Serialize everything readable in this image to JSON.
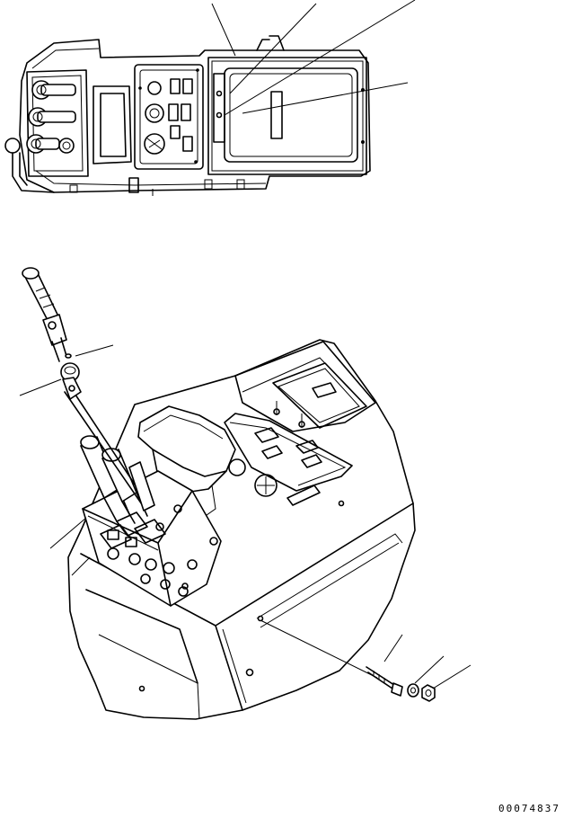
{
  "drawing_number": "00074837",
  "views": [
    "top-view",
    "isometric-view"
  ]
}
